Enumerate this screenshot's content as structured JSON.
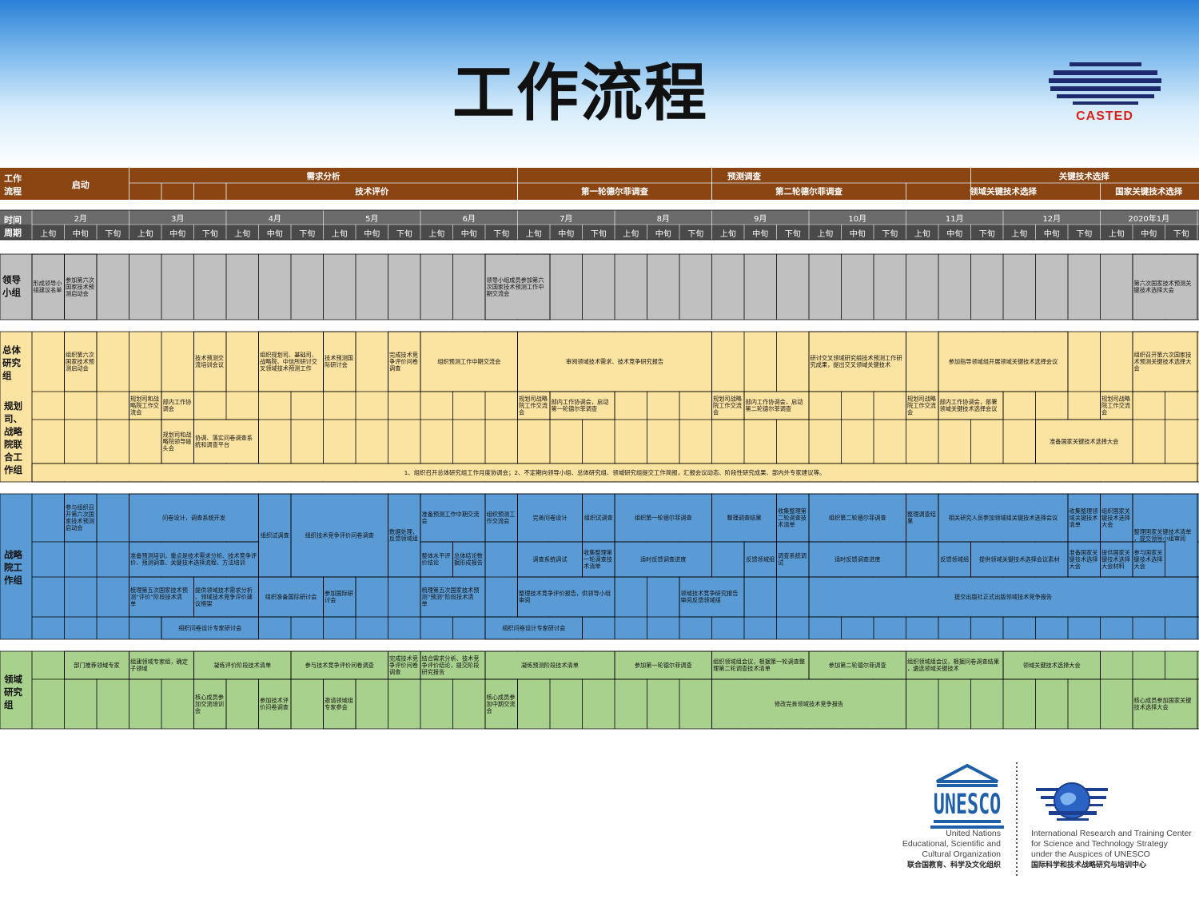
{
  "page": {
    "title": "工作流程"
  },
  "casted": {
    "name": "CASTED"
  },
  "header": {
    "row_label_1": "工作流程",
    "row_label_2": "时间周期",
    "phase_start": "启动",
    "phases": [
      "需求分析",
      "预测调查",
      "关键技术选择"
    ],
    "subphases": [
      "技术评价",
      "第一轮德尔菲调查",
      "第二轮德尔菲调查",
      "领域关键技术选择",
      "国家关键技术选择"
    ],
    "months": [
      "2月",
      "3月",
      "4月",
      "5月",
      "6月",
      "7月",
      "8月",
      "9月",
      "10月",
      "11月",
      "12月",
      "2020年1月"
    ],
    "periods": [
      "上旬",
      "中旬",
      "下旬"
    ]
  },
  "groups": {
    "leader": "领导小组",
    "general": "总体研究组",
    "planning": "规划司、战略院联合工作组",
    "strategy": "战略院工作组",
    "field": "领域研究组"
  },
  "tasks": {
    "l1": "形成领导小组建议名单",
    "l2": "参加第六次国家技术预测启动会",
    "l3": "领导小组成员参加第六次国家技术预测工作中期交流会",
    "l4": "第六次国家技术预测关键技术选择大会",
    "g1": "组织第六次国家技术预测启动会",
    "g2": "技术预测交流培训会议",
    "g3": "组织规划司、基础司、战略院、中信所研讨交叉领域技术预测工作",
    "g4": "技术预测国际研讨会",
    "g5": "完成技术竞争评价问卷调查",
    "g6": "组织预测工作中期交流会",
    "g7": "审阅领域技术需求、技术竞争研究报告",
    "g8": "研讨交叉领域研究组技术预测工作研究成果，提出交叉领域关键技术",
    "g9": "参加指导领域组开展领域关键技术选择会议",
    "g10": "组织召开第六次国家技术预测关键技术选择大会",
    "p1": "规划司和战略院工作交流会",
    "p2": "部内工作协调会",
    "p3": "规划司战略院工作交流会",
    "p4": "部内工作协调会，启动第一轮德尔菲调查",
    "p5": "规划司战略院工作交流会",
    "p6": "部内工作协调会，启动第二轮德尔菲调查",
    "p7": "规划司战略院工作交流会",
    "p8": "部内工作协调会，部署领域关键技术选择会议",
    "p9": "规划司战略院工作交流会",
    "p10": "规划司和战略院领导碰头会",
    "p11": "协调、落实问卷调查系统和调查平台",
    "p12": "准备国家关键技术选择大会",
    "p13": "1、组织召开总体研究组工作月度协调会；2、不定期向领导小组、总体研究组、领域研究组提交工作简报，汇报会议动态、阶段性研究成果、部内外专家建议等。",
    "s1": "参与组织召开第六次国家技术预测启动会",
    "s2": "问卷设计，调查系统开发",
    "s3": "组织试调查",
    "s4": "组织技术竞争评价问卷调查",
    "s5": "数据处理，反馈领域组",
    "s6": "准备预测工作中期交流会",
    "s7": "组织预测工作交流会",
    "s8": "完善问卷设计",
    "s9": "组织试调查",
    "s10": "组织第一轮德尔菲调查",
    "s11": "整理调查结果",
    "s12": "收集整理第二轮调查技术清单",
    "s13": "组织第二轮德尔菲调查",
    "s14": "整理调查结果",
    "s15": "相关研究人员参加领域组关键技术选择会议",
    "s16": "收集整理领域关键技术清单",
    "s17": "组织国家关键技术选择大会",
    "s18": "整理国家关键技术清单，提交领导小组审阅",
    "s19": "准备预测培训，重点是技术需求分析、技术竞争评价、预测调查、关键技术选择流程、方法培训",
    "s20": "整体水平评价结论",
    "s21": "总体结论数据形成报告",
    "s22": "调查系统调试",
    "s23": "收集整理第一轮调查技术清单",
    "s24": "适时反馈调查进度",
    "s25": "反馈领域组",
    "s26": "调查系统调试",
    "s27": "适时反馈调查进度",
    "s28": "反馈领域组",
    "s29": "提供领域关键技术选择会议素材",
    "s30": "准备国家关键技术选择大会",
    "s31": "提供国家关键技术选择大会材料",
    "s32": "参与国家关键技术选择大会",
    "s33": "梳理第五次国家技术预测“评价”阶段技术清单",
    "s34": "提供领域技术需求分析、领域技术竞争评价建议框架",
    "s35": "组织准备国际研讨会",
    "s36": "参加国际研讨会",
    "s37": "梳理第五次国家技术预测“预测”阶段技术清单",
    "s38": "整理技术竞争评价报告，供领导小组审阅",
    "s39": "领域技术竞争研究报告审阅反馈领域组",
    "s40": "提交出版社正式出版领域技术竞争报告",
    "s41": "组织问卷设计专家研讨会",
    "s42": "组织问卷设计专家研讨会",
    "f1": "部门推荐领域专家",
    "f2": "组建领域专家组，确定子领域",
    "f3": "凝练评价阶段技术清单",
    "f4": "参与技术竞争评价问卷调查",
    "f5": "完成技术竞争评价问卷调查",
    "f6": "结合需求分析、技术竞争评价结论，提交阶段研究报告",
    "f7": "凝练预测阶段技术清单",
    "f8": "参加第一轮德尔菲调查",
    "f9": "组织领域组会议，根据第一轮调查整理第二轮调查技术清单",
    "f10": "参加第二轮德尔菲调查",
    "f11": "组织领域组会议，根据问卷调查结果，遴选领域关键技术",
    "f12": "领域关键技术选择大会",
    "f13": "核心成员参加交流培训会",
    "f14": "参加技术评价问卷调查",
    "f15": "邀请领域组专家参会",
    "f16": "核心成员参加中期交流会",
    "f17": "修改完善领域技术竞争报告",
    "f18": "核心成员参加国家关键技术选择大会"
  },
  "unesco": {
    "mark": "UNESCO",
    "org_en": [
      "United Nations",
      "Educational, Scientific and",
      "Cultural Organization"
    ],
    "org_cn": "联合国教育、科学及文化组织"
  },
  "center": {
    "org_en": [
      "International Research and Training Center",
      "for Science and Technology Strategy",
      "under the Auspices of UNESCO"
    ],
    "org_cn": "国际科学和技术战略研究与培训中心"
  },
  "colors": {
    "brown": "#8b4513",
    "gray": "#c0c0c0",
    "yellow": "#fbe3a2",
    "blue": "#5b9bd5",
    "green": "#a9d18e",
    "casted_red": "#d8231d",
    "casted_navy": "#1d2a6b"
  }
}
